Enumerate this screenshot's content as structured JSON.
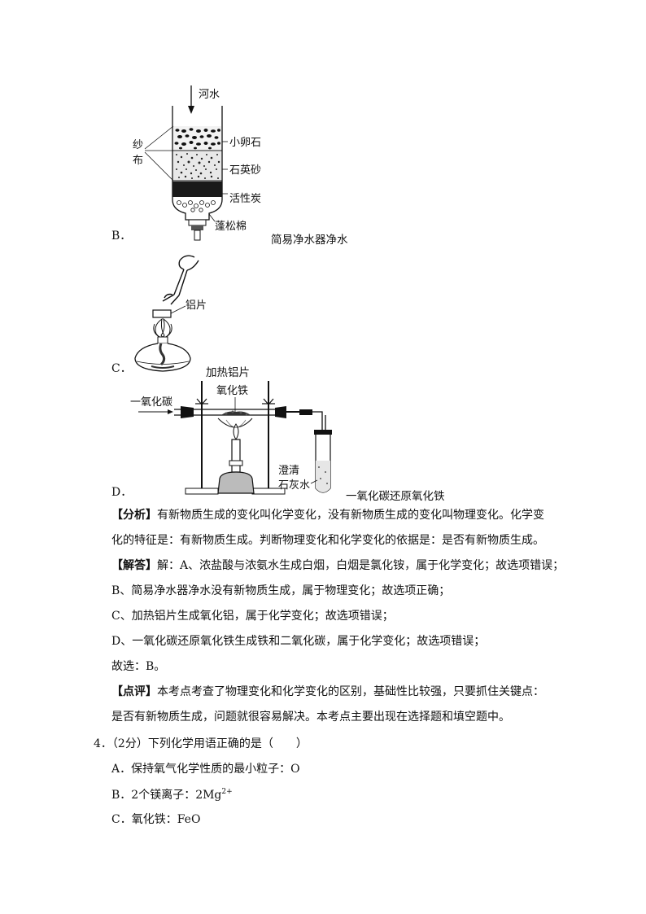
{
  "figures": {
    "b": {
      "letter": "B．",
      "caption": "简易净水器净水",
      "labels": {
        "river": "河水",
        "cloth_1": "纱",
        "cloth_2": "布",
        "pebble": "小卵石",
        "quartz": "石英砂",
        "carbon": "活性炭",
        "cotton": "蓬松棉"
      }
    },
    "c": {
      "letter": "C．",
      "caption": "加热铝片",
      "labels": {
        "foil": "铝片"
      }
    },
    "d": {
      "letter": "D．",
      "caption": "一氧化碳还原氧化铁",
      "labels": {
        "co": "一氧化碳",
        "fe2o3": "氧化铁",
        "limewater_1": "澄清",
        "limewater_2": "石灰水"
      }
    }
  },
  "analysis": {
    "tag": "【分析】",
    "line1": "有新物质生成的变化叫化学变化，没有新物质生成的变化叫物理变化。化学变",
    "line2": "化的特征是：有新物质生成。判断物理变化和化学变化的依据是：是否有新物质生成。"
  },
  "answer": {
    "tag": "【解答】",
    "line1": "解：A、浓盐酸与浓氨水生成白烟，白烟是氯化铵，属于化学变化；故选项错误；",
    "line2": "B、简易净水器净水没有新物质生成，属于物理变化；故选项正确；",
    "line3": "C、加热铝片生成氧化铝，属于化学变化；故选项错误；",
    "line4": "D、一氧化碳还原氧化铁生成铁和二氧化碳，属于化学变化；故选项错误；",
    "line5": "故选：B。"
  },
  "comment": {
    "tag": "【点评】",
    "line1": "本考点考查了物理变化和化学变化的区别，基础性比较强，只要抓住关键点：",
    "line2": "是否有新物质生成，问题就很容易解决。本考点主要出现在选择题和填空题中。"
  },
  "question4": {
    "stem": "4．（2分）下列化学用语正确的是（　　）",
    "option_a": "A．保持氧气化学性质的最小粒子：O",
    "option_b_prefix": "B．2个镁离子：2Mg",
    "option_b_sup": "2+",
    "option_c": "C．氧化铁：FeO"
  }
}
